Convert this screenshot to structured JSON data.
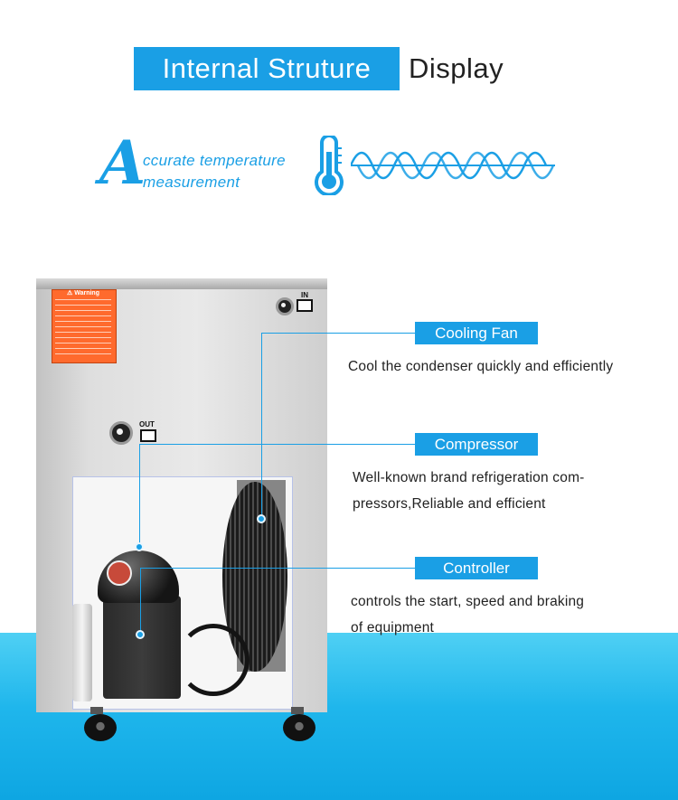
{
  "header": {
    "title_highlight": "Internal Struture",
    "title_rest": "Display"
  },
  "feature": {
    "big_letter": "A",
    "line1": "ccurate temperature",
    "line2": "measurement",
    "thermometer_icon": "thermometer-icon",
    "wave_icon": "sine-wave-icon"
  },
  "machine": {
    "warning_title": "⚠ Warning",
    "port_in_label": "IN",
    "port_out_label": "OUT"
  },
  "callouts": [
    {
      "label": "Cooling Fan",
      "desc": "Cool the condenser quickly and efficiently"
    },
    {
      "label": "Compressor",
      "desc": "Well-known brand  refrigeration com-\npressors,Reliable and efficient"
    },
    {
      "label": "Controller",
      "desc": " controls the start, speed and braking\nof equipment"
    }
  ],
  "colors": {
    "accent": "#1a9fe5",
    "floor": "#1fb6ec",
    "warning": "#ff6a2d"
  }
}
